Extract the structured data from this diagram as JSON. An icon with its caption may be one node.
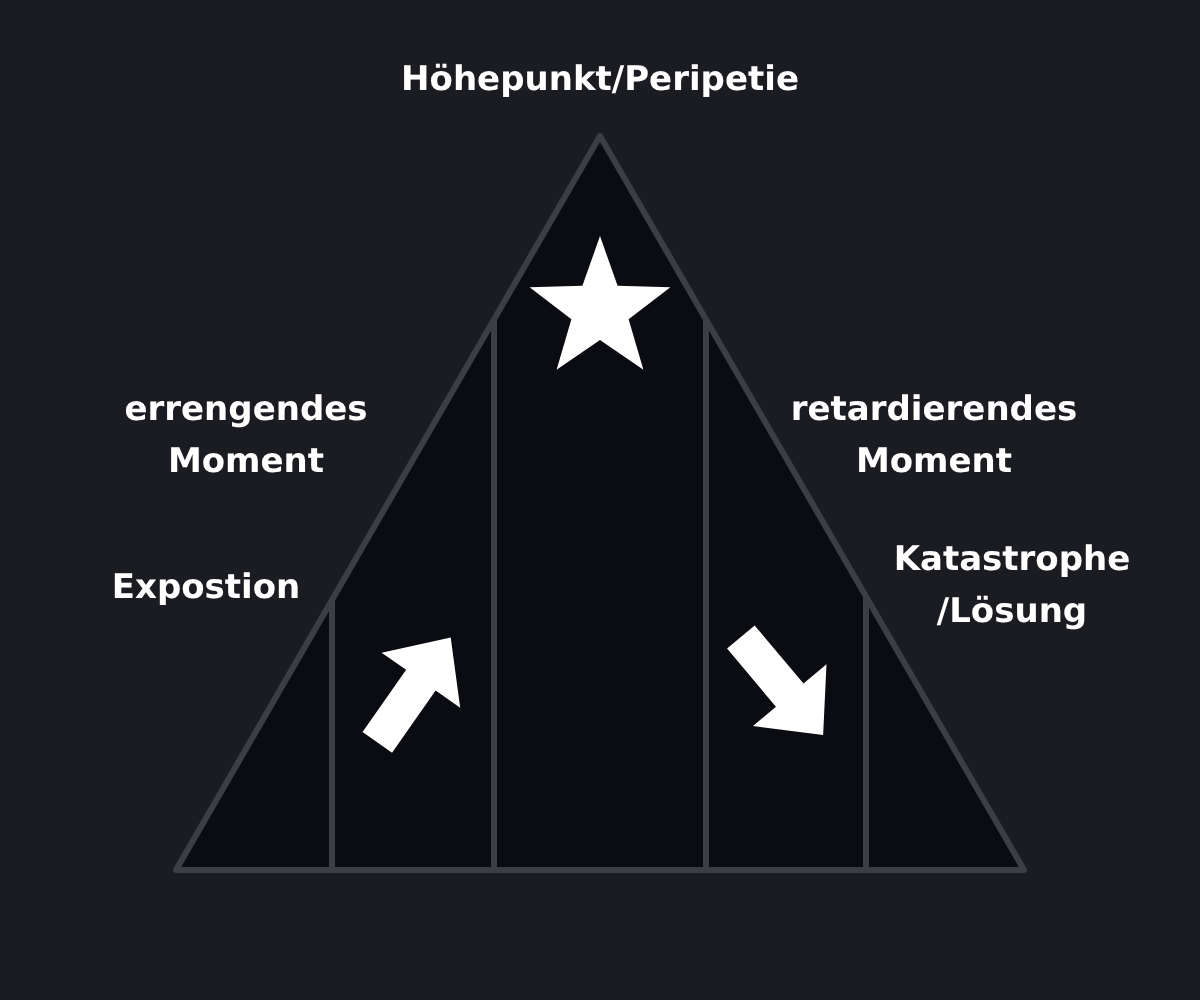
{
  "diagram": {
    "labels": [
      "Höhepunkt/Peripetie",
      "errengendes Moment",
      "retardierendes Moment",
      "Expostion",
      "Katastrophe /Lösung"
    ]
  }
}
